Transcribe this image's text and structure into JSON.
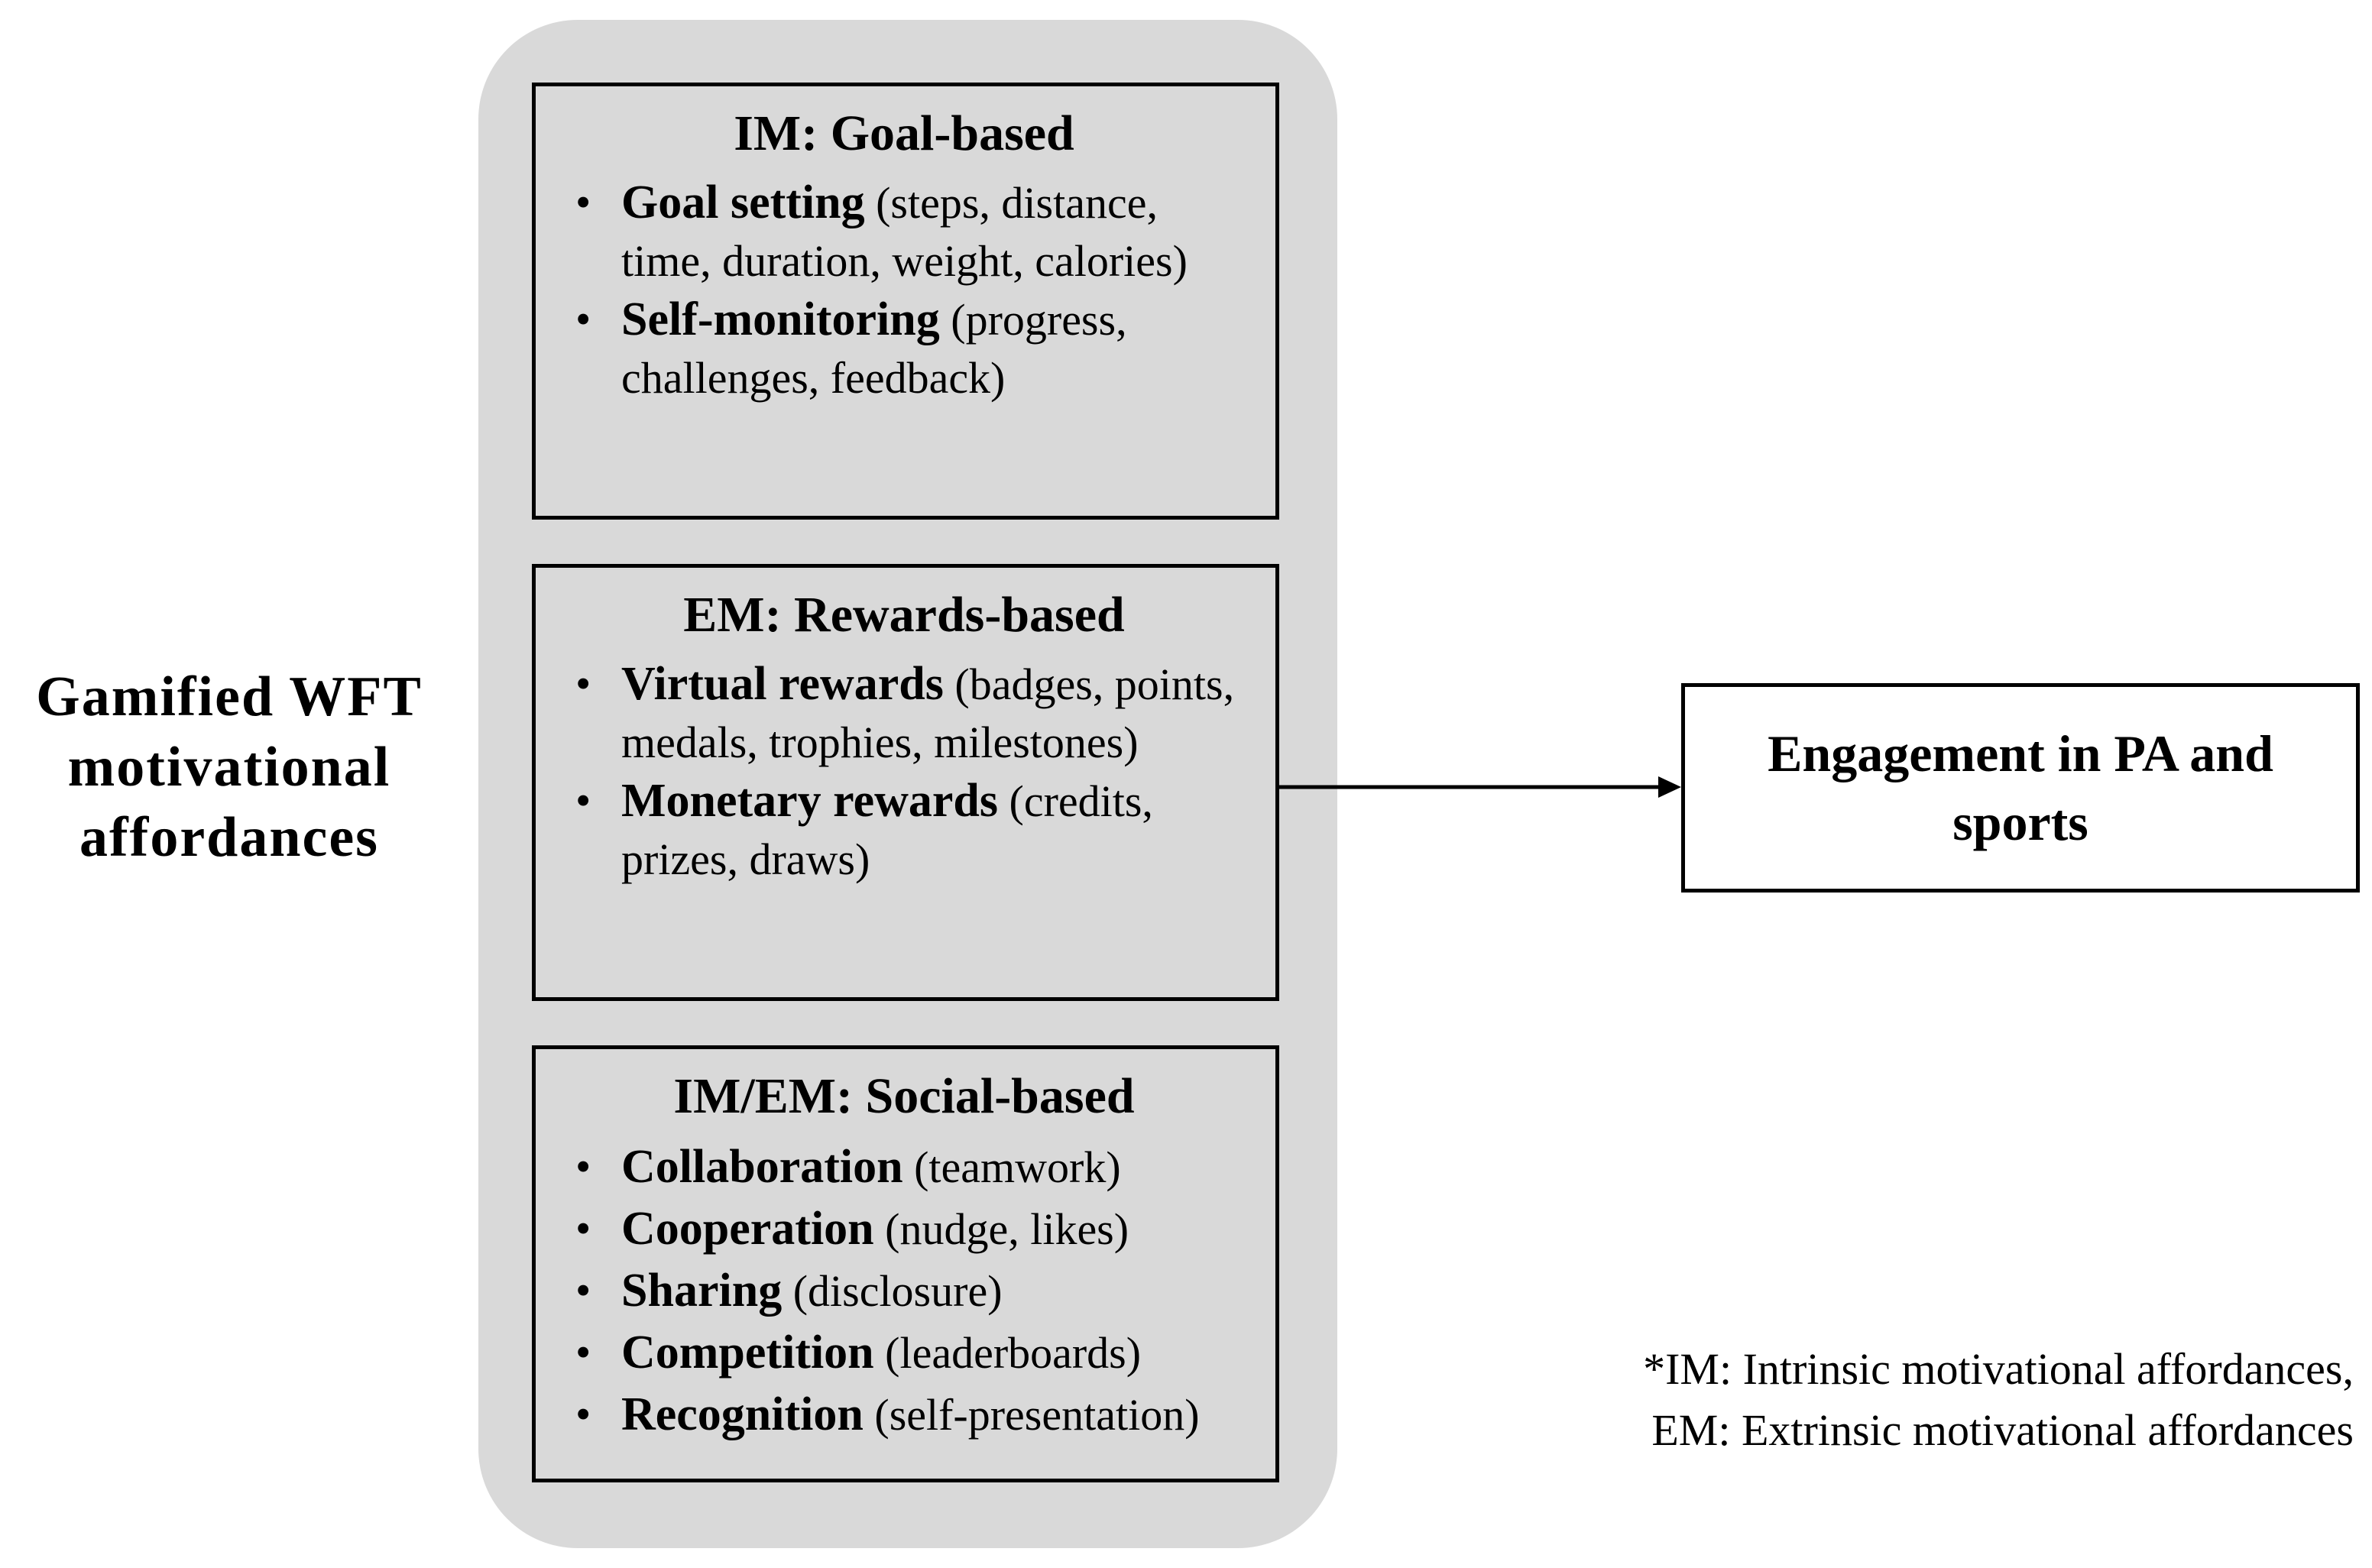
{
  "side_label": "Gamified WFT motivational affordances",
  "groups": [
    {
      "title": "IM: Goal-based",
      "items": [
        {
          "term": "Goal setting",
          "detail": "(steps, distance, time, duration, weight, calories)"
        },
        {
          "term": "Self-monitoring",
          "detail": "(progress, challenges, feedback)"
        }
      ]
    },
    {
      "title": "EM: Rewards-based",
      "items": [
        {
          "term": "Virtual rewards",
          "detail": "(badges, points, medals, trophies, milestones)"
        },
        {
          "term": "Monetary rewards",
          "detail": "(credits, prizes, draws)"
        }
      ]
    },
    {
      "title": "IM/EM: Social-based",
      "items": [
        {
          "term": "Collaboration",
          "detail": "(teamwork)"
        },
        {
          "term": "Cooperation",
          "detail": "(nudge, likes)"
        },
        {
          "term": "Sharing",
          "detail": "(disclosure)"
        },
        {
          "term": "Competition",
          "detail": "(leaderboards)"
        },
        {
          "term": "Recognition",
          "detail": "(self-presentation)"
        }
      ]
    }
  ],
  "outcome": "Engagement in PA and sports",
  "footnote": {
    "line1": "*IM: Intrinsic motivational affordances,",
    "line2": "EM: Extrinsic motivational affordances"
  },
  "colors": {
    "group_fill": "#d9d9d9",
    "border": "#000000"
  }
}
